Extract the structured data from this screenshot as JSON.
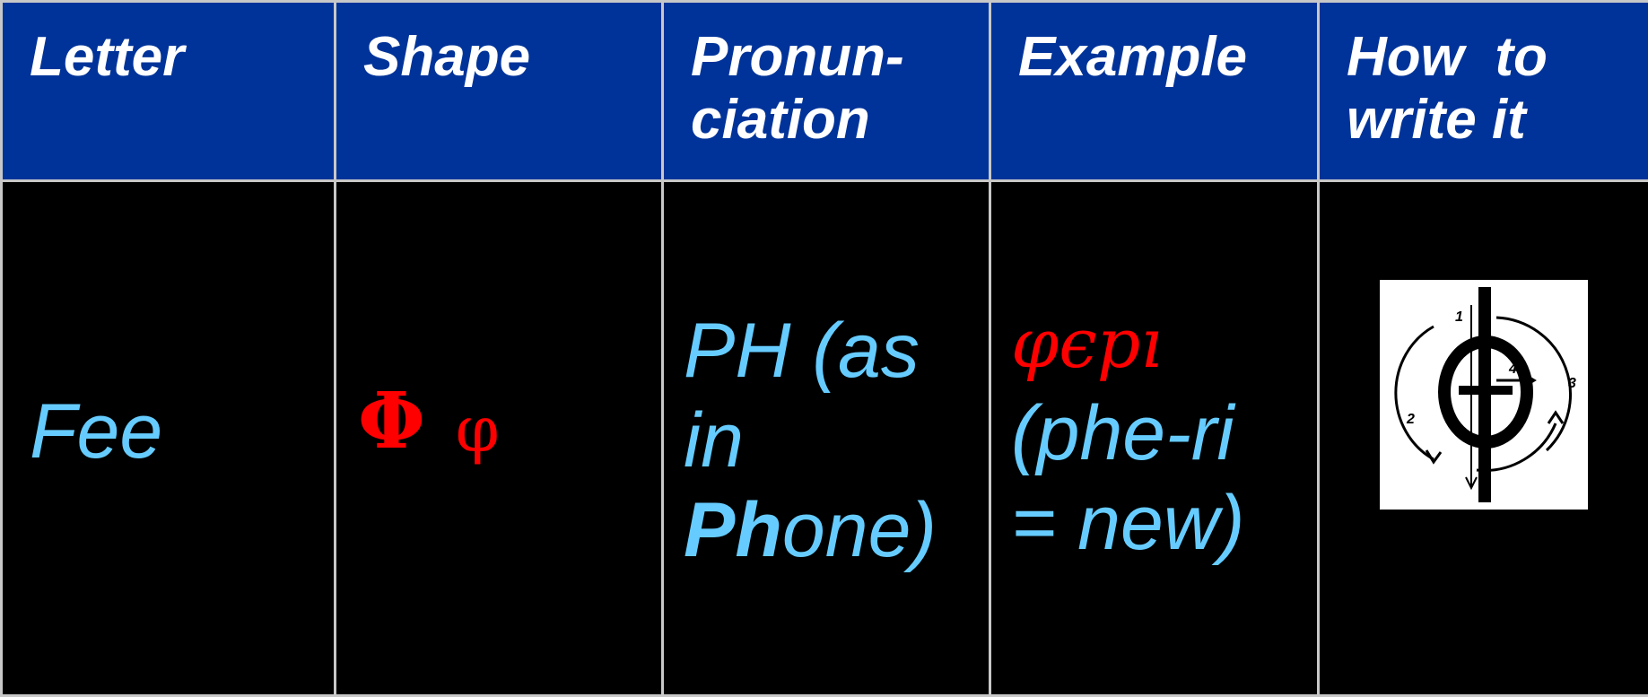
{
  "table": {
    "headers": [
      {
        "lines": [
          "Letter"
        ]
      },
      {
        "lines": [
          "Shape"
        ]
      },
      {
        "lines": [
          "Pronun-",
          "ciation"
        ]
      },
      {
        "lines": [
          "Example"
        ]
      },
      {
        "lines": [
          "How  to",
          "write it"
        ]
      }
    ],
    "row": {
      "letter": "Fee",
      "shape": {
        "uppercase": "Φ",
        "lowercase": "φ"
      },
      "pronunciation": {
        "line1": "PH (as",
        "line2": "in",
        "line3_bold": "Ph",
        "line3_rest": "one)"
      },
      "example": {
        "coptic": "φєpı",
        "line2": "(phe-ri",
        "line3": "= new)"
      },
      "how_to_write": {
        "stroke_numbers": [
          "1",
          "2",
          "3",
          "4"
        ]
      }
    }
  },
  "colors": {
    "header_bg": "#003399",
    "header_text": "#ffffff",
    "body_bg": "#000000",
    "body_text": "#66ccff",
    "accent_red": "#ff0000",
    "grid": "#c8c8c8"
  }
}
